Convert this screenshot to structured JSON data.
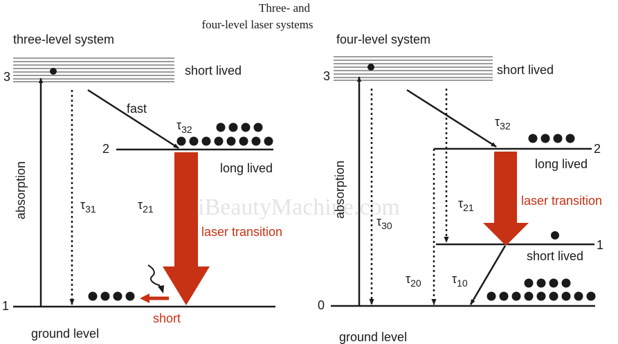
{
  "title": {
    "line1": "Three- and",
    "line2": "four-level laser systems"
  },
  "watermark": "iBeautyMachine.com",
  "colors": {
    "laser_red": "#c83214",
    "line_black": "#1a1a1a",
    "band_gray": "#7a7a7a"
  },
  "left": {
    "heading": "three-level system",
    "level3_num": "3",
    "level3_desc": "short lived",
    "level2_num": "2",
    "level2_desc": "long lived",
    "level1_num": "1",
    "level1_desc": "ground level",
    "absorption": "absorption",
    "fast": "fast",
    "tau32": {
      "sym": "τ",
      "sub": "32"
    },
    "tau31": {
      "sym": "τ",
      "sub": "31"
    },
    "tau21": {
      "sym": "τ",
      "sub": "21"
    },
    "laser": "laser transition",
    "short": "short"
  },
  "right": {
    "heading": "four-level system",
    "level3_num": "3",
    "level3_desc": "short lived",
    "level2_num": "2",
    "level2_desc": "long lived",
    "level1_num": "1",
    "level1_desc": "short lived",
    "level0_num": "0",
    "level0_desc": "ground level",
    "absorption": "absorption",
    "tau32": {
      "sym": "τ",
      "sub": "32"
    },
    "tau30": {
      "sym": "τ",
      "sub": "30"
    },
    "tau21": {
      "sym": "τ",
      "sub": "21"
    },
    "tau20": {
      "sym": "τ",
      "sub": "20"
    },
    "tau10": {
      "sym": "τ",
      "sub": "10"
    },
    "laser": "laser transition"
  }
}
